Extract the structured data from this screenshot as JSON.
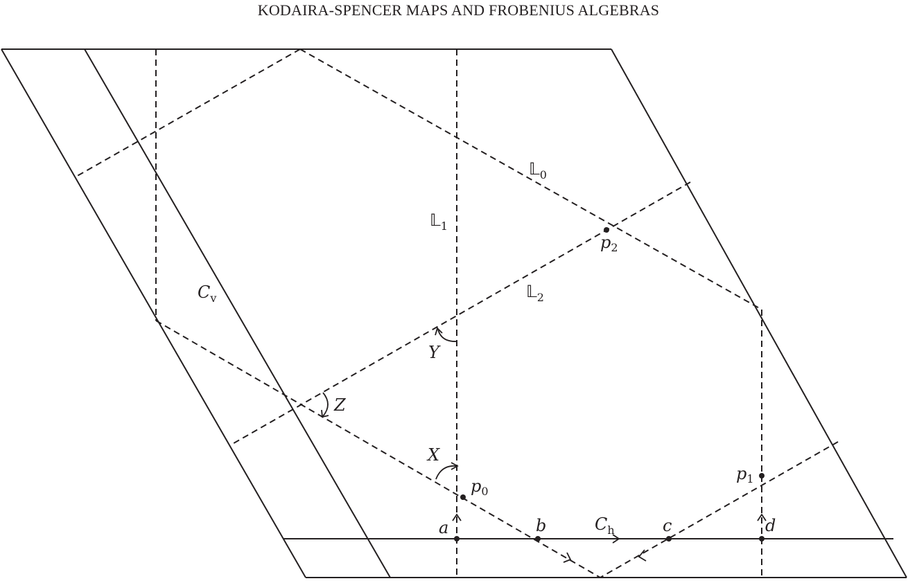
{
  "header": {
    "title": "KODAIRA-SPENCER MAPS AND FROBENIUS ALGEBRAS"
  },
  "figure": {
    "lines": {
      "L0": {
        "name": "𝕃",
        "sub": "0"
      },
      "L1": {
        "name": "𝕃",
        "sub": "1"
      },
      "L2": {
        "name": "𝕃",
        "sub": "2"
      },
      "Cv": {
        "name": "C",
        "sub": "v"
      },
      "Ch": {
        "name": "C",
        "sub": "h"
      }
    },
    "points": {
      "p0": {
        "name": "p",
        "sub": "0"
      },
      "p1": {
        "name": "p",
        "sub": "1"
      },
      "p2": {
        "name": "p",
        "sub": "2"
      },
      "a": "a",
      "b": "b",
      "c": "c",
      "d": "d"
    },
    "angles": {
      "X": "X",
      "Y": "Y",
      "Z": "Z"
    }
  }
}
